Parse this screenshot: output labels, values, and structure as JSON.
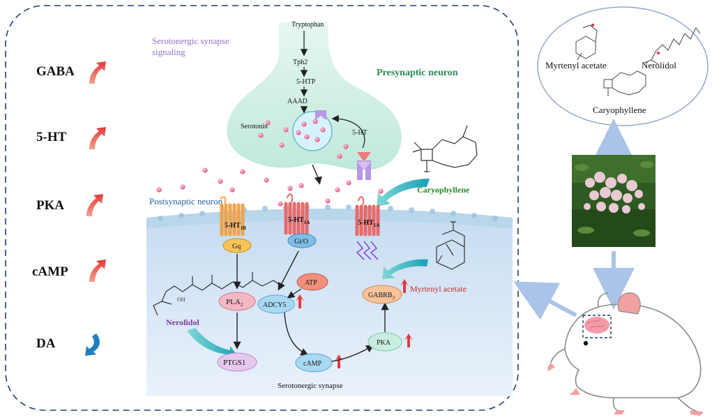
{
  "left_panel": {
    "items": [
      {
        "label": "GABA",
        "trend": "up"
      },
      {
        "label": "5-HT",
        "trend": "up"
      },
      {
        "label": "PKA",
        "trend": "up"
      },
      {
        "label": "cAMP",
        "trend": "up"
      },
      {
        "label": "DA",
        "trend": "down"
      }
    ]
  },
  "synapse": {
    "title_line1": "Serotonergic synapse",
    "title_line2": "signaling",
    "presynaptic_label": "Presynaptic neuron",
    "postsynaptic_label": "Postsynaptic neuron",
    "bottom_label": "Serotonergic synapse",
    "tryptophan": "Tryptophan",
    "tph2": "Tph2",
    "htp": "5-HTP",
    "aaad": "AAAD",
    "serotonin": "Serotonin",
    "ht": "5-HT"
  },
  "receptors": {
    "ht1b_base": "5-HT",
    "ht1b_sub": "1B",
    "ht1a_base": "5-HT",
    "ht1a_sub": "1A",
    "ht1a2_base": "5-HT",
    "ht1a2_sub": "1A",
    "gq": "Gq",
    "gio": "Gi/O"
  },
  "nodes": {
    "pla2_base": "PLA",
    "pla2_sub": "2",
    "ptgs1": "PTGS1",
    "adcy5": "ADCY5",
    "atp": "ATP",
    "camp": "cAMP",
    "pka": "PKA",
    "gabrb_base": "GABRB",
    "gabrb_sub": "3"
  },
  "compounds": {
    "caryophyllene": "Caryophyllene",
    "nerolidol": "Nerolidol",
    "myrtenyl_acetate": "Myrtenyl acetate"
  },
  "top_right": {
    "myrtenyl": "Myrtenyl  acetate",
    "nerolidol": "Nerolidol",
    "caryophyllene": "Caryophyllene"
  },
  "colors": {
    "dashed_border": "#1f3f6e",
    "up_arrow": "#e8504a",
    "down_arrow": "#1f7fc0",
    "presynaptic_fill": "#cdeee3",
    "postsynaptic_fill": "#dde9f7",
    "membrane": "#b9d6ea",
    "dot": "#ee5b8a",
    "presyn_label": "#2a8a5a",
    "postsyn_label": "#1f5f9f",
    "title_label": "#9a6fd0",
    "caryophyllene_label": "#2a8a2a",
    "nerolidol_label": "#7a3aa0",
    "myrtenyl_label": "#c02a2a",
    "teal_arrow": "#1fb0b8"
  }
}
